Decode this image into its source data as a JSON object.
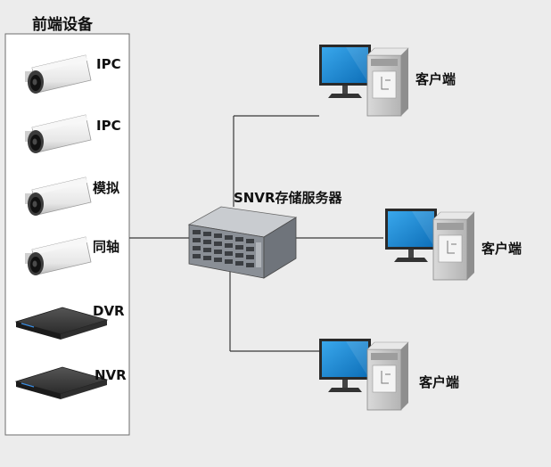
{
  "front_panel": {
    "title": "前端设备",
    "devices": [
      {
        "label": "IPC",
        "icon": "bullet-camera-icon"
      },
      {
        "label": "IPC",
        "icon": "bullet-camera-icon"
      },
      {
        "label": "模拟",
        "icon": "bullet-camera-icon"
      },
      {
        "label": "同轴",
        "icon": "bullet-camera-icon"
      },
      {
        "label": "DVR",
        "icon": "recorder-box-icon"
      },
      {
        "label": "NVR",
        "icon": "recorder-box-icon"
      }
    ]
  },
  "server": {
    "label": "SNVR存储服务器",
    "icon": "rack-server-icon"
  },
  "clients": [
    {
      "label": "客户端",
      "icon": "desktop-computer-icon"
    },
    {
      "label": "客户端",
      "icon": "desktop-computer-icon"
    },
    {
      "label": "客户端",
      "icon": "desktop-computer-icon"
    }
  ],
  "colors": {
    "background": "#ececec",
    "line": "#3a3a3a",
    "monitor_screen": "#1e8fd8",
    "server_body": "#8a8f96"
  }
}
